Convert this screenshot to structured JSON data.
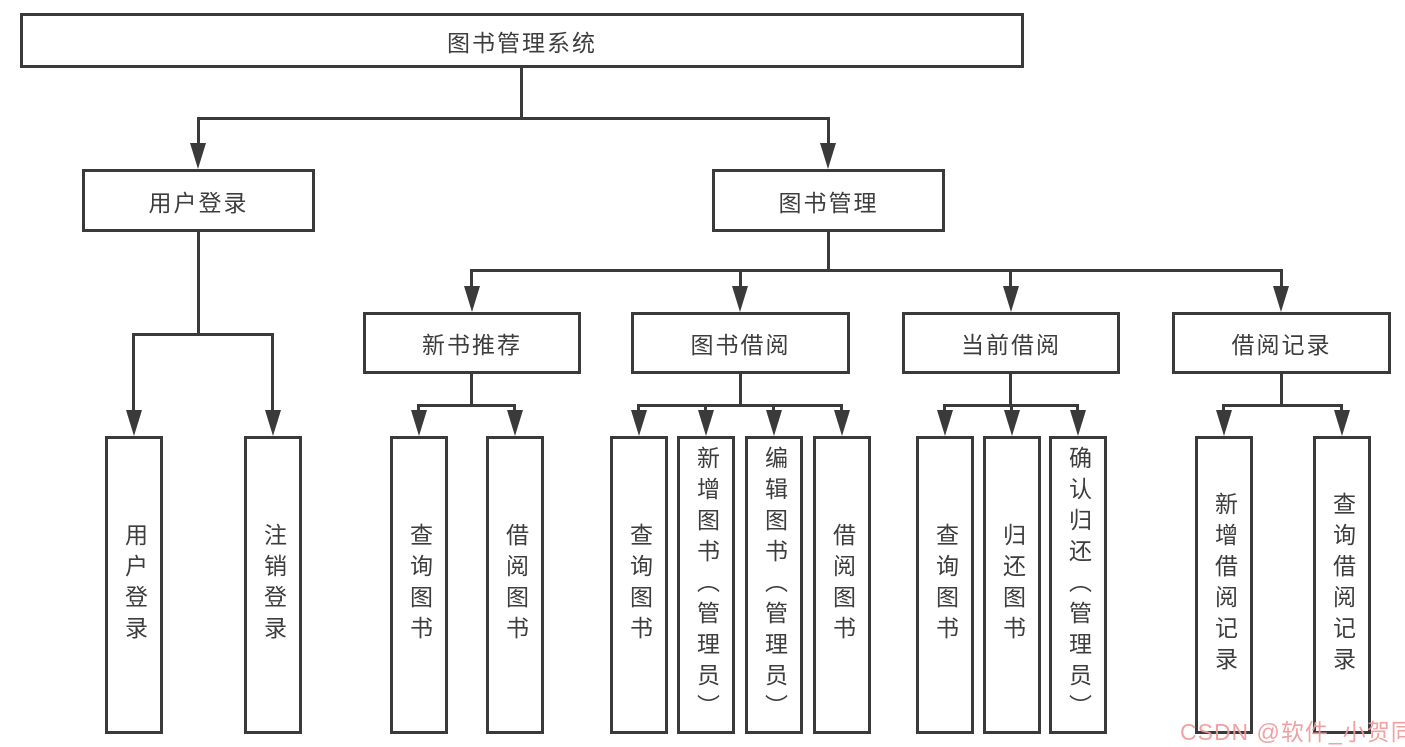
{
  "tree": {
    "label": "图书管理系统",
    "children": [
      {
        "label": "用户登录",
        "children": [
          {
            "label": "用户登录"
          },
          {
            "label": "注销登录"
          }
        ]
      },
      {
        "label": "图书管理",
        "children": [
          {
            "label": "新书推荐",
            "children": [
              {
                "label": "查询图书"
              },
              {
                "label": "借阅图书"
              }
            ]
          },
          {
            "label": "图书借阅",
            "children": [
              {
                "label": "查询图书"
              },
              {
                "label": "新增图书（管理员）"
              },
              {
                "label": "编辑图书（管理员）"
              },
              {
                "label": "借阅图书"
              }
            ]
          },
          {
            "label": "当前借阅",
            "children": [
              {
                "label": "查询图书"
              },
              {
                "label": "归还图书"
              },
              {
                "label": "确认归还（管理员）"
              }
            ]
          },
          {
            "label": "借阅记录",
            "children": [
              {
                "label": "新增借阅记录"
              },
              {
                "label": "查询借阅记录"
              }
            ]
          }
        ]
      }
    ]
  },
  "watermark": {
    "text": "CSDN @软件_小贺同学",
    "color": "#f09999"
  },
  "colors": {
    "line": "#3a3a3a",
    "box_border": "#3a3a3a",
    "text": "#3d3d3d",
    "background": "#ffffff"
  }
}
